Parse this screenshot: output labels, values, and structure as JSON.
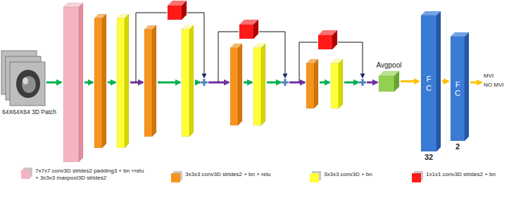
{
  "diagram": {
    "nodes": [
      {
        "text": [
          "Avgpool"
        ]
      },
      {
        "text": [
          "F C",
          "32"
        ]
      },
      {
        "text": [
          "F C",
          "2"
        ]
      }
    ],
    "edges": [
      {
        "from": 0,
        "to": 1,
        "arrow": "to"
      },
      {
        "from": 1,
        "to": 2,
        "arrow": "to"
      }
    ],
    "labels": [
      "64X64X64 3D Patch",
      "MVI",
      "NO MVI"
    ],
    "legend": [
      {
        "text": "7x7x7 conv3D strides2 padding3 + bn +relu + 3x3x3 maxpool3D strides2",
        "color": "#f4b3c0"
      },
      {
        "text": "3x3x3 conv3D strides2 + bn + relu",
        "color": "#f7941d"
      },
      {
        "text": "3x3x3 conv3D + bn",
        "color": "#ffff3a"
      },
      {
        "text": "1x1x1 conv3D strides2 + bn",
        "color": "#ff1a1a"
      }
    ]
  }
}
